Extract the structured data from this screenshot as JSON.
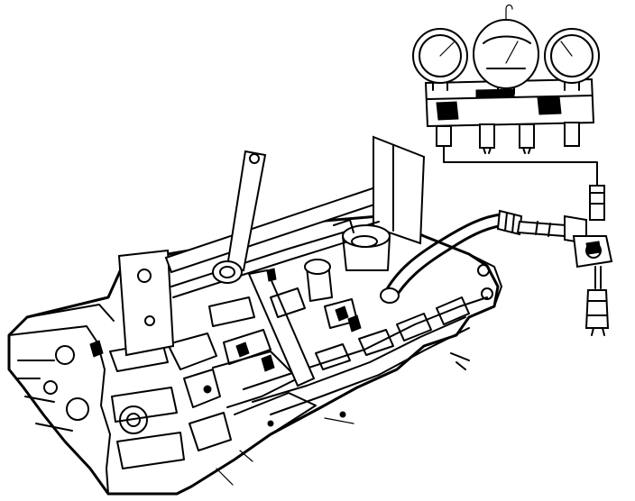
{
  "figure": {
    "components": [
      "cylinder-head",
      "valve-spring-compressor",
      "air-hose",
      "leakdown-gauge-manifold",
      "pressure-gauge-left",
      "pressure-gauge-center",
      "pressure-gauge-right",
      "air-coupler"
    ],
    "colors": {
      "ink": "#000000",
      "paper": "#ffffff"
    }
  }
}
